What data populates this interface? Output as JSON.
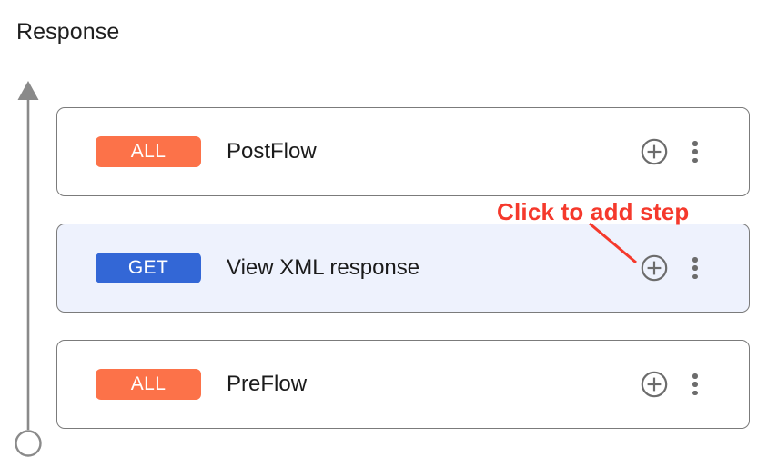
{
  "section": {
    "title": "Response"
  },
  "axis": {
    "name": "flow-direction-axis",
    "color": "#8a8a8a",
    "arrow_direction": "up"
  },
  "rows": [
    {
      "badge_label": "ALL",
      "badge_type": "all",
      "badge_color": "#fc7249",
      "name": "PostFlow",
      "selected": false,
      "add_icon": "plus-circle-icon",
      "menu_icon": "more-vertical-icon"
    },
    {
      "badge_label": "GET",
      "badge_type": "get",
      "badge_color": "#3367d6",
      "name": "View XML response",
      "selected": true,
      "add_icon": "plus-circle-icon",
      "menu_icon": "more-vertical-icon"
    },
    {
      "badge_label": "ALL",
      "badge_type": "all",
      "badge_color": "#fc7249",
      "name": "PreFlow",
      "selected": false,
      "add_icon": "plus-circle-icon",
      "menu_icon": "more-vertical-icon"
    }
  ],
  "annotation": {
    "text": "Click to add step",
    "color": "#f5392c",
    "points_to": "add-step-button-row-2"
  }
}
